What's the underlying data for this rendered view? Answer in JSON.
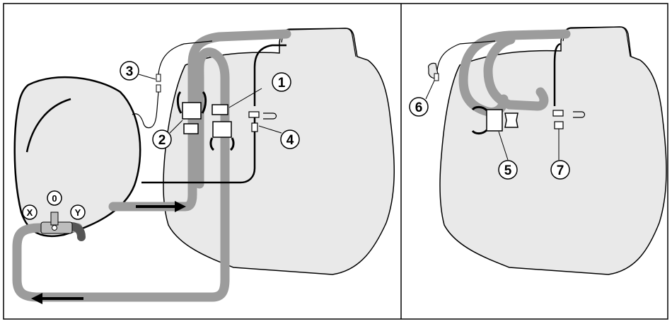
{
  "callouts": {
    "c1": "1",
    "c2": "2",
    "c3": "3",
    "c4": "4",
    "c5": "5",
    "c6": "6",
    "c7": "7"
  },
  "ports": {
    "x": "X",
    "zero": "0",
    "y": "Y"
  },
  "colors": {
    "tube": "#9c9c9c",
    "tube_dark": "#555555",
    "bag": "#e9e9e9",
    "line": "#000000"
  }
}
